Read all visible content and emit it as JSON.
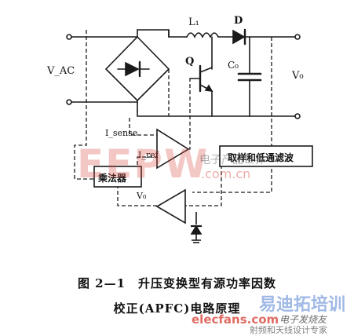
{
  "labels": {
    "vac": "V_AC",
    "inductor": "L₁",
    "diode": "D",
    "switch": "Q",
    "capacitor": "C₀",
    "vout": "V₀",
    "isense": "I_sense",
    "iref": "I_ref",
    "vfb": "V₀"
  },
  "blocks": {
    "multiplier": "乘法器",
    "sample_filter": "取样和低通滤波"
  },
  "caption": {
    "line1": "图 2—1　升压变换型有源功率因数",
    "line2": "校正(APFC)电路原理"
  },
  "watermarks": {
    "top_logo": "EEPW",
    "top_brand": "电子产品世界",
    "top_url": ".com.cn",
    "bottom_site": "elecfans.com",
    "bottom_brand": "电子发烧友",
    "corner_main": "易迪拓培训",
    "corner_sub": "射频和天线设计专家"
  },
  "colors": {
    "line": "#1a1a1a",
    "watermark_red": "#d8463b",
    "watermark_blue": "#2d63c8"
  }
}
